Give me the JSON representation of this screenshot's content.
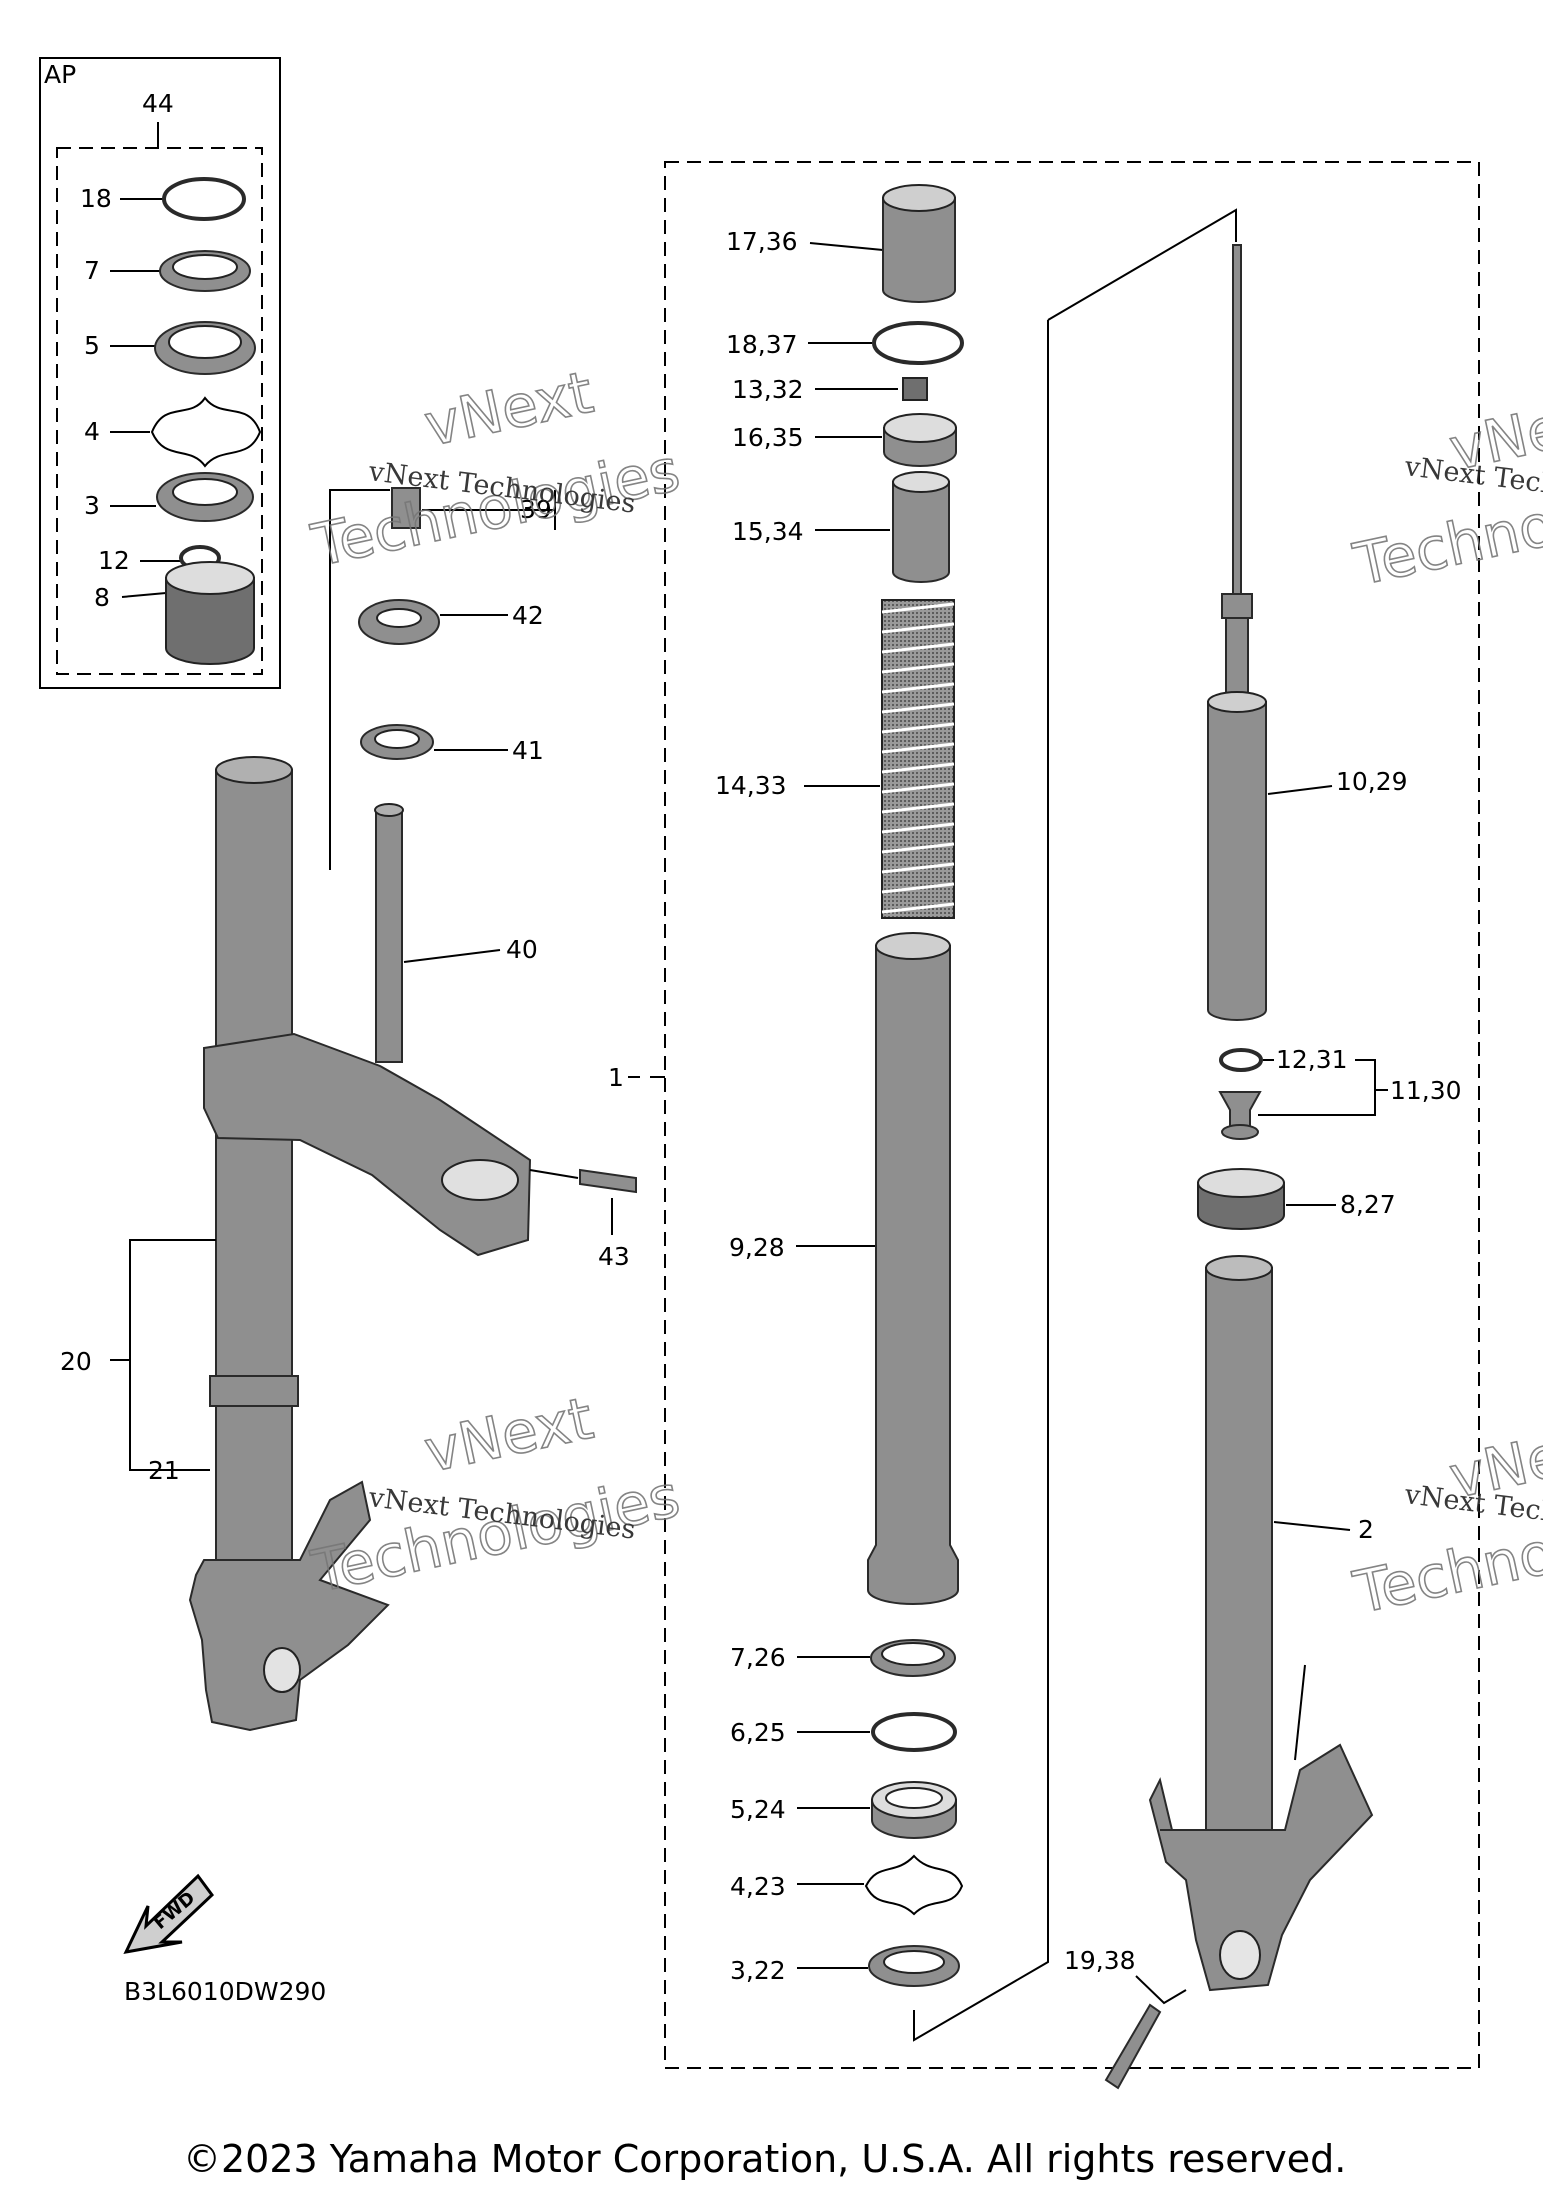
{
  "ap_box": {
    "title": "AP",
    "kit_number": "44",
    "items": [
      "18",
      "7",
      "5",
      "4",
      "3",
      "12",
      "8"
    ]
  },
  "labels": {
    "l17_36": "17,36",
    "l18_37": "18,37",
    "l13_32": "13,32",
    "l16_35": "16,35",
    "l15_34": "15,34",
    "l14_33": "14,33",
    "l9_28": "9,28",
    "l7_26": "7,26",
    "l6_25": "6,25",
    "l5_24": "5,24",
    "l4_23": "4,23",
    "l3_22": "3,22",
    "l10_29": "10,29",
    "l12_31": "12,31",
    "l11_30": "11,30",
    "l8_27": "8,27",
    "l2": "2",
    "l19_38": "19,38",
    "l1": "1",
    "l42": "42",
    "l41": "41",
    "l40": "40",
    "l43": "43",
    "l20": "20",
    "l21": "21",
    "l39": "39"
  },
  "watermark": {
    "line1": "vNext Technologies",
    "big1": "vNext",
    "big2": "Technologies"
  },
  "fwd_label": "FWD",
  "diagram_code": "B3L6010DW290",
  "copyright": "©2023 Yamaha Motor Corporation, U.S.A. All rights reserved."
}
